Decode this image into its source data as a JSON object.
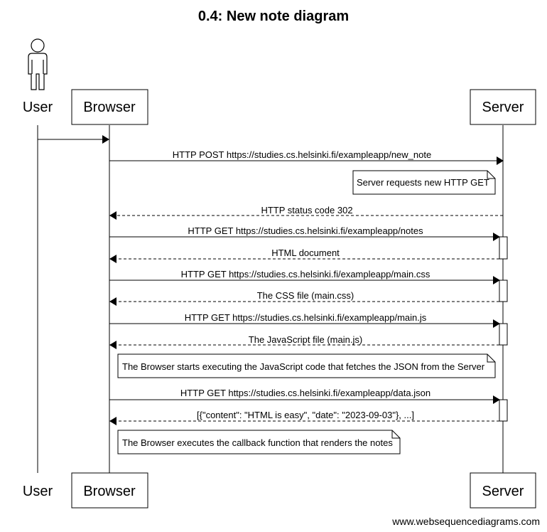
{
  "diagram": {
    "title": "0.4: New note diagram",
    "participants": {
      "user": "User",
      "browser": "Browser",
      "server": "Server"
    },
    "messages": [
      {
        "text": "",
        "style": "solid"
      },
      {
        "text": "HTTP POST https://studies.cs.helsinki.fi/exampleapp/new_note",
        "style": "solid"
      },
      {
        "text": "HTTP status code 302",
        "style": "dashed"
      },
      {
        "text": "HTTP GET https://studies.cs.helsinki.fi/exampleapp/notes",
        "style": "solid"
      },
      {
        "text": "HTML document",
        "style": "dashed"
      },
      {
        "text": "HTTP GET https://studies.cs.helsinki.fi/exampleapp/main.css",
        "style": "solid"
      },
      {
        "text": "The CSS file (main.css)",
        "style": "dashed"
      },
      {
        "text": "HTTP GET https://studies.cs.helsinki.fi/exampleapp/main.js",
        "style": "solid"
      },
      {
        "text": "The JavaScript file (main.js)",
        "style": "dashed"
      },
      {
        "text": "HTTP GET https://studies.cs.helsinki.fi/exampleapp/data.json",
        "style": "solid"
      },
      {
        "text": "[{\"content\": \"HTML is easy\", \"date\": \"2023-09-03\"}, ...]",
        "style": "dashed"
      }
    ],
    "notes": [
      "Server requests new HTTP GET",
      "The Browser starts executing the JavaScript code that fetches the JSON from the Server",
      "The Browser executes the callback function that renders the notes"
    ],
    "footer": "www.websequencediagrams.com"
  }
}
